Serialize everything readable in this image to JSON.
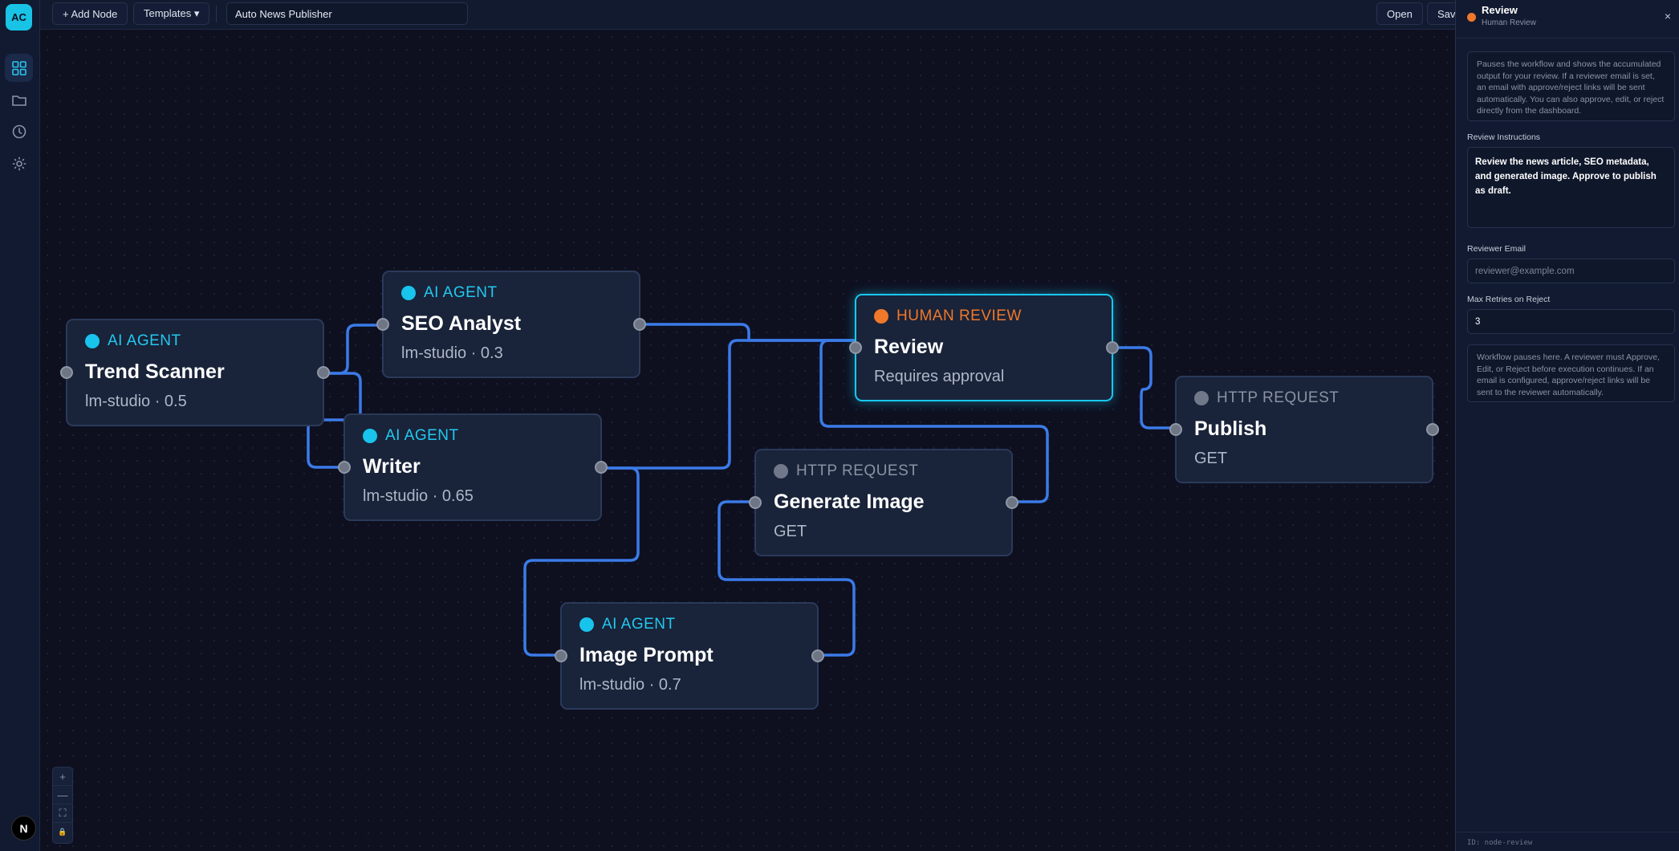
{
  "app": {
    "logo": "AC"
  },
  "rail": {
    "items": [
      "dashboard-icon",
      "folder-icon",
      "clock-icon",
      "gear-icon"
    ],
    "bottom_badge": "N"
  },
  "toolbar": {
    "add_node_label": "+  Add Node",
    "templates_label": "Templates  ▾",
    "workflow_name": "Auto News Publisher",
    "open_label": "Open",
    "save_label": "Sav"
  },
  "nodes": {
    "trend_scanner": {
      "type": "AI AGENT",
      "title": "Trend Scanner",
      "subtitle": "lm-studio · 0.5"
    },
    "seo_analyst": {
      "type": "AI AGENT",
      "title": "SEO Analyst",
      "subtitle": "lm-studio · 0.3"
    },
    "writer": {
      "type": "AI AGENT",
      "title": "Writer",
      "subtitle": "lm-studio · 0.65"
    },
    "review": {
      "type": "HUMAN REVIEW",
      "title": "Review",
      "subtitle": "Requires approval"
    },
    "generate_image": {
      "type": "HTTP REQUEST",
      "title": "Generate Image",
      "subtitle": "GET"
    },
    "image_prompt": {
      "type": "AI AGENT",
      "title": "Image Prompt",
      "subtitle": "lm-studio · 0.7"
    },
    "publish": {
      "type": "HTTP REQUEST",
      "title": "Publish",
      "subtitle": "GET"
    }
  },
  "zoom_controls": [
    "+",
    "—",
    "⛶",
    "🔒"
  ],
  "colors": {
    "accent": "#18c8ee",
    "edge": "#3b7be8",
    "review": "#f0782a",
    "http": "#707889"
  },
  "panel": {
    "title": "Review",
    "subtitle": "Human Review",
    "close": "×",
    "description": "Pauses the workflow and shows the accumulated output for your review. If a reviewer email is set, an email with approve/reject links will be sent automatically. You can also approve, edit, or reject directly from the dashboard.",
    "instructions_label": "Review Instructions",
    "instructions_value": "Review the news article, SEO metadata, and generated image. Approve to publish as draft.",
    "email_label": "Reviewer Email",
    "email_placeholder": "reviewer@example.com",
    "retries_label": "Max Retries on Reject",
    "retries_value": "3",
    "info": "Workflow pauses here. A reviewer must Approve, Edit, or Reject before execution continues. If an email is configured, approve/reject links will be sent to the reviewer automatically.",
    "node_id": "ID: node-review"
  }
}
